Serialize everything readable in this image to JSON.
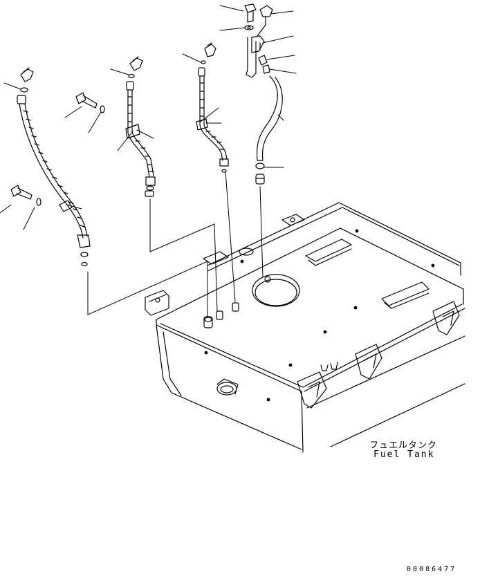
{
  "diagram": {
    "part_label_jp": "フュエルタンク",
    "part_label_en": "Fuel Tank",
    "drawing_number": "00086477"
  }
}
